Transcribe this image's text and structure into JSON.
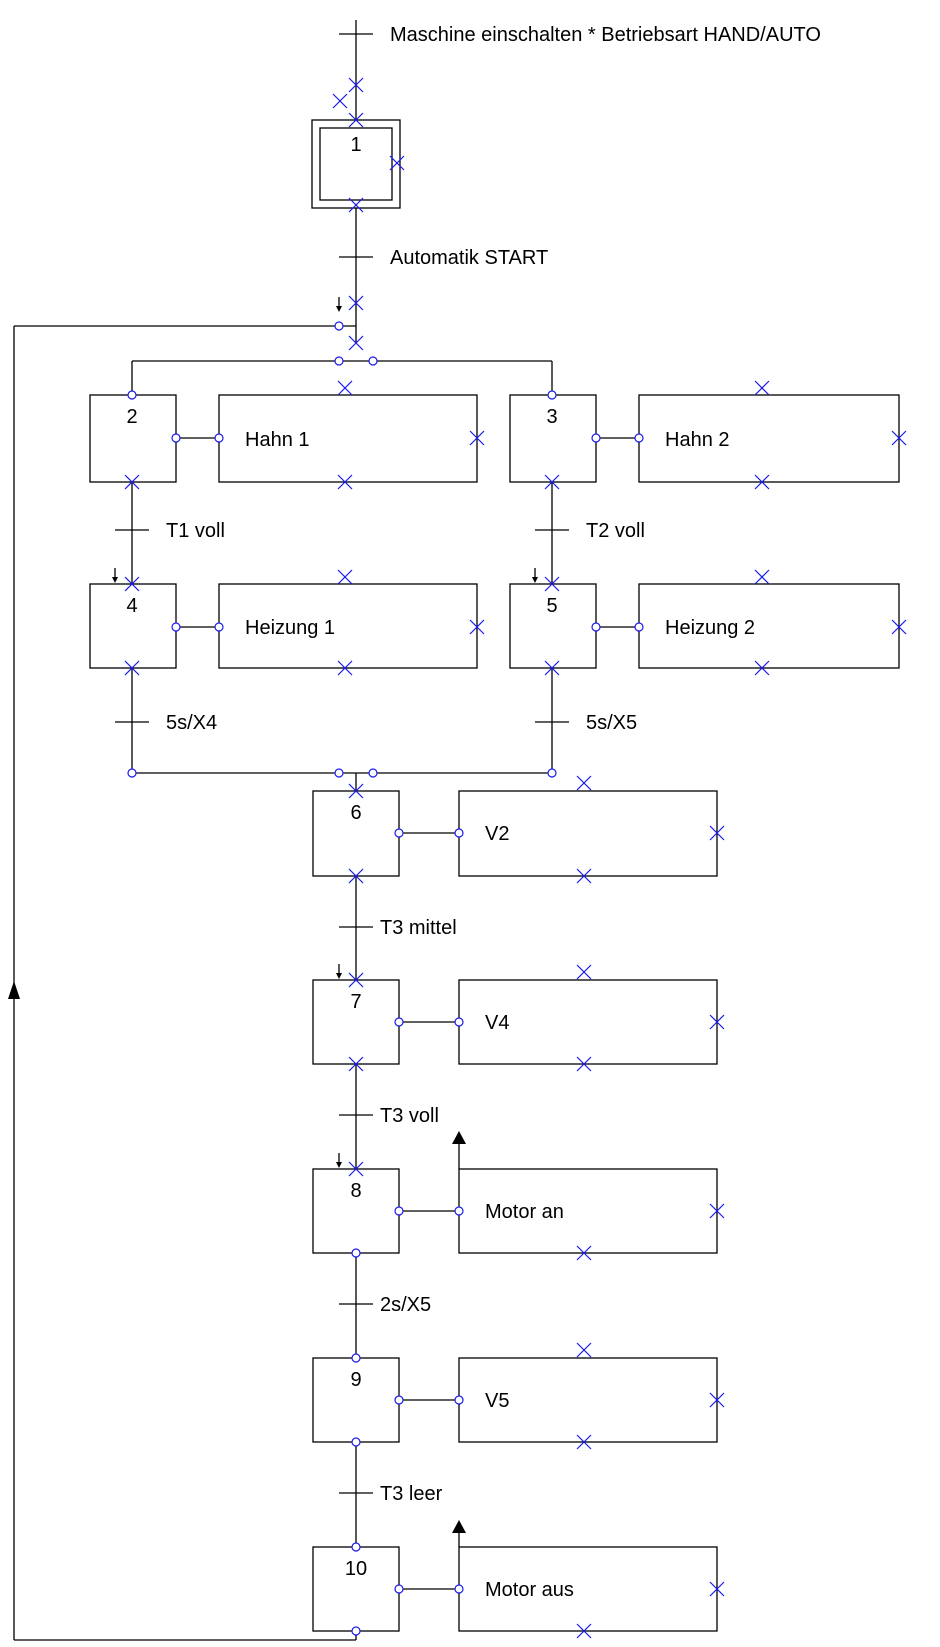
{
  "steps": [
    {
      "id": "step-1",
      "number": "1",
      "initial": true
    },
    {
      "id": "step-2",
      "number": "2"
    },
    {
      "id": "step-3",
      "number": "3"
    },
    {
      "id": "step-4",
      "number": "4"
    },
    {
      "id": "step-5",
      "number": "5"
    },
    {
      "id": "step-6",
      "number": "6"
    },
    {
      "id": "step-7",
      "number": "7"
    },
    {
      "id": "step-8",
      "number": "8"
    },
    {
      "id": "step-9",
      "number": "9"
    },
    {
      "id": "step-10",
      "number": "10"
    }
  ],
  "actions": [
    {
      "step": "2",
      "label": "Hahn 1"
    },
    {
      "step": "3",
      "label": "Hahn 2"
    },
    {
      "step": "4",
      "label": "Heizung 1"
    },
    {
      "step": "5",
      "label": "Heizung 2"
    },
    {
      "step": "6",
      "label": "V2"
    },
    {
      "step": "7",
      "label": "V4"
    },
    {
      "step": "8",
      "label": "Motor an"
    },
    {
      "step": "9",
      "label": "V5"
    },
    {
      "step": "10",
      "label": "Motor aus"
    }
  ],
  "transitions": [
    {
      "label": "Maschine einschalten * Betriebsart HAND/AUTO"
    },
    {
      "label": "Automatik START"
    },
    {
      "label": "T1 voll"
    },
    {
      "label": "T2 voll"
    },
    {
      "label": "5s/X4"
    },
    {
      "label": "5s/X5"
    },
    {
      "label": "T3 mittel"
    },
    {
      "label": "T3 voll"
    },
    {
      "label": "2s/X5"
    },
    {
      "label": "T3 leer"
    }
  ]
}
